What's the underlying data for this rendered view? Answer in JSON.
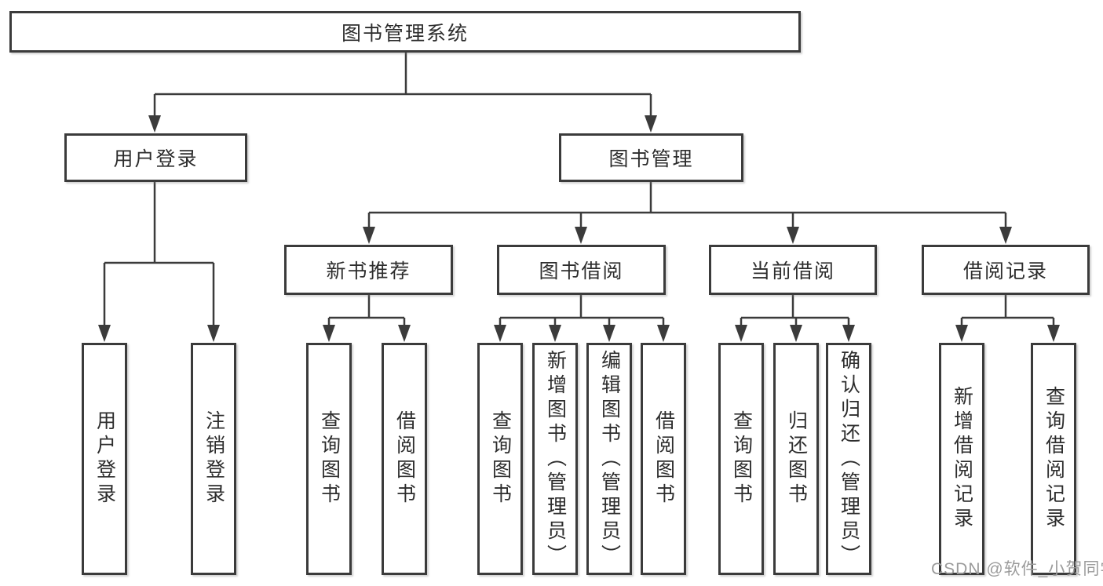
{
  "tree": {
    "root": {
      "label": "图书管理系统"
    },
    "level2": [
      {
        "label": "用户登录"
      },
      {
        "label": "图书管理"
      }
    ],
    "level3": [
      {
        "label": "新书推荐",
        "parent": "图书管理"
      },
      {
        "label": "图书借阅",
        "parent": "图书管理"
      },
      {
        "label": "当前借阅",
        "parent": "图书管理"
      },
      {
        "label": "借阅记录",
        "parent": "图书管理"
      }
    ],
    "level4": [
      {
        "label": "用户登录",
        "parent": "用户登录"
      },
      {
        "label": "注销登录",
        "parent": "用户登录"
      },
      {
        "label": "查询图书",
        "parent": "新书推荐"
      },
      {
        "label": "借阅图书",
        "parent": "新书推荐"
      },
      {
        "label": "查询图书",
        "parent": "图书借阅"
      },
      {
        "label": "新增图书（管理员）",
        "parent": "图书借阅"
      },
      {
        "label": "编辑图书（管理员）",
        "parent": "图书借阅"
      },
      {
        "label": "借阅图书",
        "parent": "图书借阅"
      },
      {
        "label": "查询图书",
        "parent": "当前借阅"
      },
      {
        "label": "归还图书",
        "parent": "当前借阅"
      },
      {
        "label": "确认归还（管理员）",
        "parent": "当前借阅"
      },
      {
        "label": "新增借阅记录",
        "parent": "借阅记录"
      },
      {
        "label": "查询借阅记录",
        "parent": "借阅记录"
      }
    ]
  },
  "watermark": "CSDN @软件_小贺同学",
  "colors": {
    "line": "#3b3b3b",
    "text": "#2d2d2d",
    "watermark": "#9b9b9b",
    "background": "#ffffff"
  }
}
